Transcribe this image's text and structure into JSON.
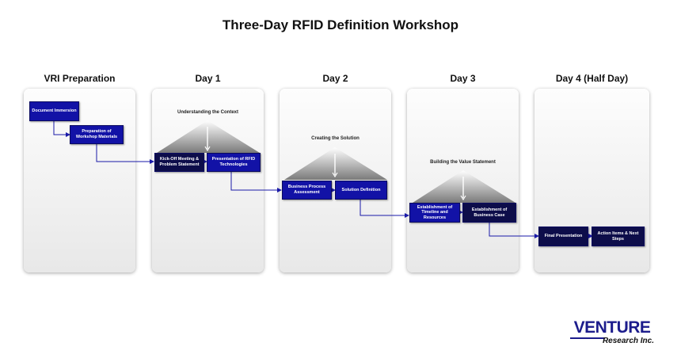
{
  "title": "Three-Day RFID Definition Workshop",
  "columns": [
    {
      "header": "VRI Preparation"
    },
    {
      "header": "Day 1",
      "subtitle": "Understanding the Context"
    },
    {
      "header": "Day 2",
      "subtitle": "Creating the Solution"
    },
    {
      "header": "Day 3",
      "subtitle": "Building the Value Statement"
    },
    {
      "header": "Day 4 (Half Day)"
    }
  ],
  "boxes": {
    "document_immersion": "Document Immersion",
    "preparation_materials": "Preparation of Workshop Materials",
    "kickoff_meeting": "Kick-Off Meeting & Problem Statement",
    "presentation_rfid": "Presentation of RFID Technologies",
    "business_process": "Business Process Assessment",
    "solution_definition": "Solution Definition",
    "timeline_resources": "Establishment of Timeline and Resources",
    "business_case": "Establishment of Business Case",
    "final_presentation": "Final Presentation",
    "action_items": "Action Items & Next Steps"
  },
  "logo": {
    "name": "VENTURE",
    "subname": "Research Inc."
  },
  "colors": {
    "box_blue": "#1212a6",
    "box_dark": "#0d0d4a",
    "arrow": "#1a1aa8",
    "triangle": "#8a8a8a"
  }
}
